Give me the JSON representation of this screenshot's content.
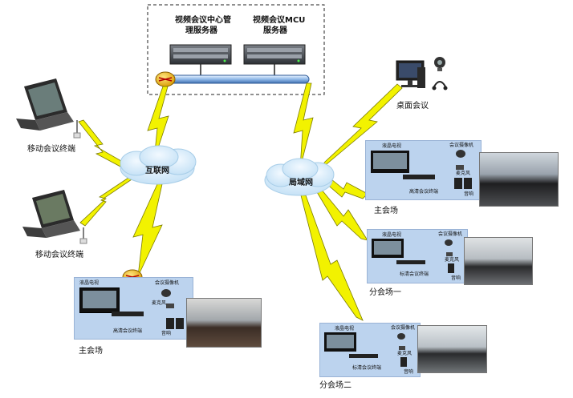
{
  "servers": {
    "mgmt_label_line1": "视频会议中心管",
    "mgmt_label_line2": "理服务器",
    "mcu_label_line1": "视频会议MCU",
    "mcu_label_line2": "服务器"
  },
  "clouds": {
    "internet": "互联网",
    "lan": "局域网"
  },
  "terminals": {
    "mobile_1": "移动会议终端",
    "mobile_2": "移动会议终端",
    "desktop": "桌面会议"
  },
  "sites": {
    "main_left": "主会场",
    "main_right": "主会场",
    "branch_1": "分会场一",
    "branch_2": "分会场二"
  },
  "panel_main_left": {
    "tv": "液晶电视",
    "camera": "会议摄像机",
    "mic": "麦克风",
    "speaker": "音响",
    "codec": "高清会议终端"
  },
  "panel_main_right": {
    "tv": "液晶电视",
    "camera": "会议摄像机",
    "mic": "麦克风",
    "speaker": "音响",
    "codec": "高清会议终端"
  },
  "panel_branch_1": {
    "tv": "液晶电视",
    "camera": "会议摄像机",
    "mic": "麦克风",
    "speaker": "音响",
    "codec": "标清会议终端"
  },
  "panel_branch_2": {
    "tv": "液晶电视",
    "camera": "会议摄像机",
    "mic": "麦克风",
    "speaker": "音响",
    "codec": "标清会议终端"
  },
  "colors": {
    "lightning": "#f2f200",
    "lightning_stroke": "#7a7a00",
    "cloud": "#d4eaf8",
    "panel": "#bcd3ee",
    "router": "#f5c400"
  }
}
